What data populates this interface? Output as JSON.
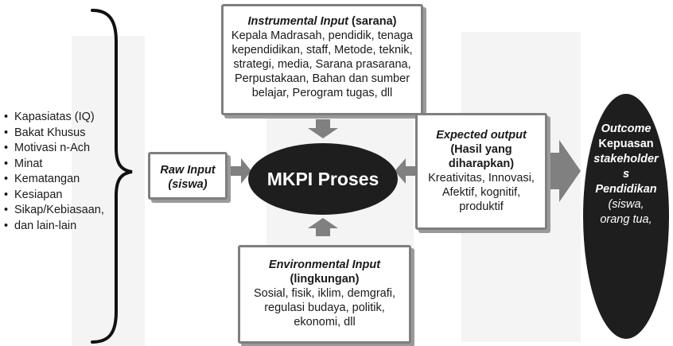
{
  "student_traits": [
    "Kapasiatas (IQ)",
    "Bakat Khusus",
    "Motivasi n-Ach",
    "Minat",
    "Kematangan",
    "Kesiapan",
    "Sikap/Kebiasaan,",
    "dan lain-lain"
  ],
  "instrumental_input": {
    "title_italic": "Instrumental Input",
    "title_suffix": " (sarana)",
    "lines": [
      "Kepala Madrasah, pendidik, tenaga",
      "kependidikan, staff, Metode, teknik,",
      "strategi, media, Sarana prasarana,",
      "Perpustakaan, Bahan dan sumber",
      "belajar, Perogram tugas, dll"
    ]
  },
  "raw_input": {
    "line1": "Raw Input",
    "line2": "(siswa)"
  },
  "process": {
    "label": "MKPI Proses"
  },
  "expected_output": {
    "title": "Expected output",
    "subtitle_lines": [
      "(Hasil yang",
      "diharapkan)"
    ],
    "lines": [
      "Kreativitas, Innovasi,",
      "Afektif, kognitif,",
      "produktif"
    ]
  },
  "environmental_input": {
    "title": "Environmental Input",
    "subtitle": "(lingkungan)",
    "lines": [
      "Sosial, fisik, iklim, demgrafi,",
      "regulasi budaya, politik,",
      "ekonomi, dll"
    ]
  },
  "outcome": {
    "lines": [
      {
        "text": "Outcome",
        "italic": true
      },
      {
        "text": "Kepuasan",
        "italic": false
      },
      {
        "text": "stakeholder",
        "italic": true
      },
      {
        "text": "s",
        "italic": true
      },
      {
        "text": "Pendidikan",
        "italic": true
      },
      {
        "text": "(siswa,",
        "italic": true,
        "normal_weight": true
      },
      {
        "text": "orang tua,",
        "italic": true,
        "normal_weight": true
      }
    ]
  },
  "colors": {
    "arrow": "#808080",
    "box_border": "#7f7f7f",
    "ellipse": "#1e1e1e",
    "watermark": "#f3f4f3"
  }
}
